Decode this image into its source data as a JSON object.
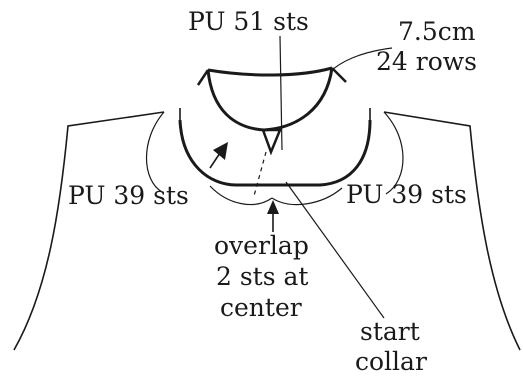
{
  "labels": {
    "pickup_top": "PU 51 sts",
    "length_cm": "7.5cm",
    "length_rows": "24 rows",
    "pickup_left": "PU 39 sts",
    "pickup_right": "PU 39 sts",
    "overlap_line1": "overlap",
    "overlap_line2": "2 sts at",
    "overlap_line3": "center",
    "start_line1": "start",
    "start_line2": "collar"
  },
  "colors": {
    "ink": "#1a1a1a",
    "background": "#ffffff"
  }
}
